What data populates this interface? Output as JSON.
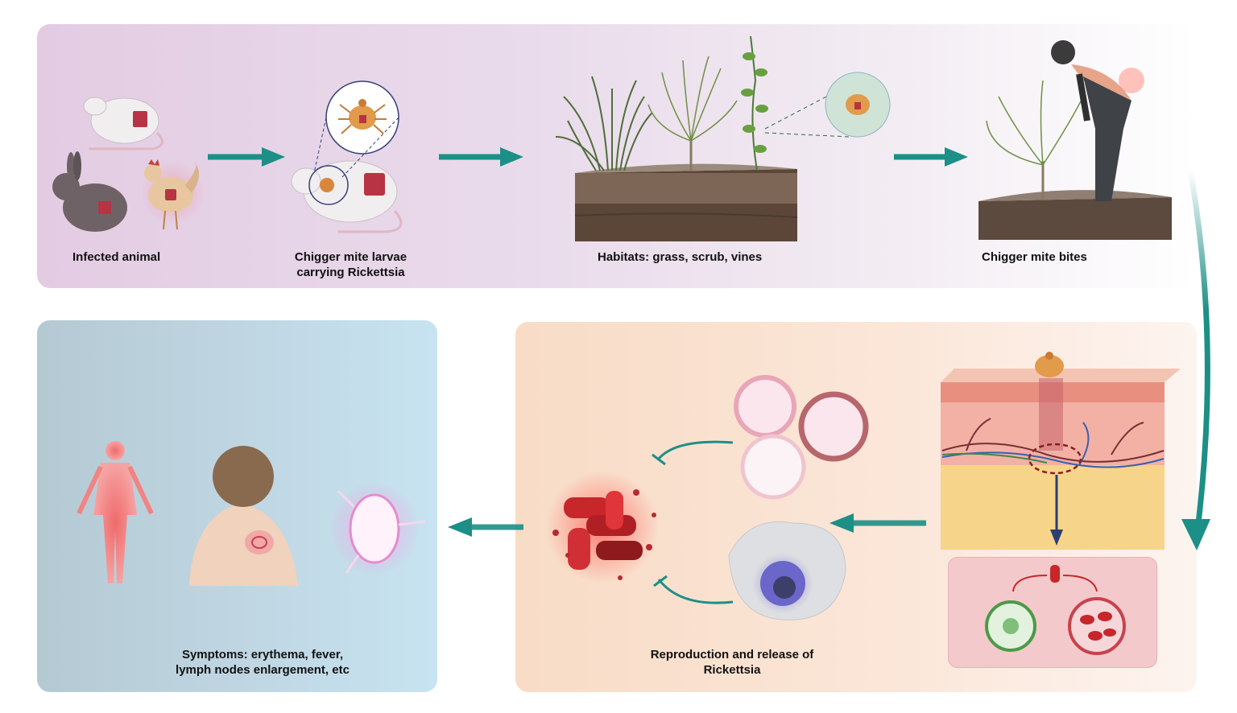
{
  "labels": {
    "infected_animal": "Infected animal",
    "mite_larvae_line1": "Chigger mite larvae",
    "mite_larvae_line2": "carrying Rickettsia",
    "habitats": "Habitats: grass, scrub, vines",
    "mite_bites": "Chigger mite bites",
    "reproduction_line1": "Reproduction and release of",
    "reproduction_line2": "Rickettsia",
    "symptoms_line1": "Symptoms: erythema, fever,",
    "symptoms_line2": "lymph nodes enlargement, etc"
  },
  "colors": {
    "arrow": "#1c8f86",
    "top_panel": "#e3cce3",
    "symptom_panel": "#bfd6e2",
    "process_panel": "#f8dcc6",
    "organ_box": "#f3c9cb",
    "down_arrow": "#2a3f73"
  }
}
